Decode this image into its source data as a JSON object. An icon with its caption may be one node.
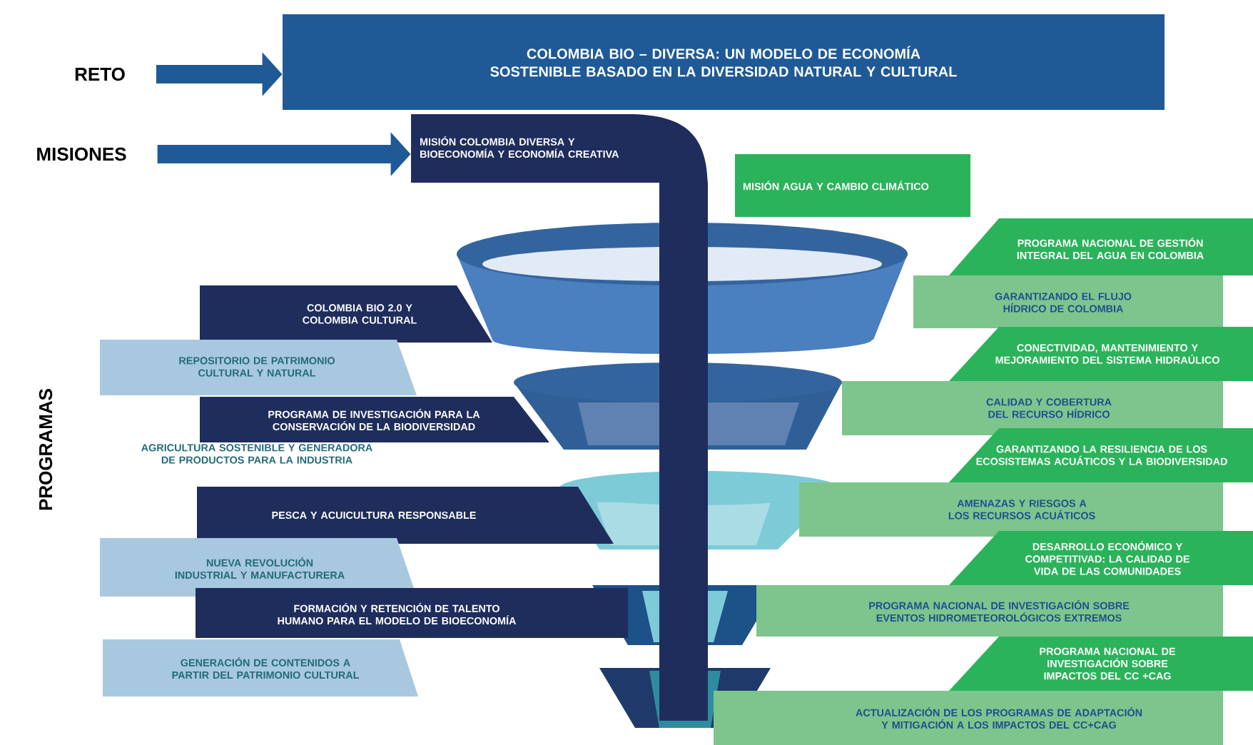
{
  "diagram": {
    "nodes": [
      {
        "text": [
          "RETO"
        ]
      },
      {
        "text": [
          "COLOMBIA BIO – DIVERSA: UN MODELO DE ECONOMÍA SOSTENIBLE BASADO EN LA DIVERSIDAD NATURAL Y CULTURAL"
        ]
      },
      {
        "text": [
          "MISIONES"
        ]
      },
      {
        "text": [
          "MISIÓN COLOMBIA DIVERSA Y BIOECONOMÍA Y ECONOMÍA CREATIVA"
        ]
      },
      {
        "text": [
          "MISIÓN AGUA Y CAMBIO CLIMÁTICO"
        ]
      },
      {
        "text": [
          "COLOMBIA BIO 2.0 Y COLOMBIA CULTURAL"
        ]
      },
      {
        "text": [
          "REPOSITORIO DE PATRIMONIO CULTURAL Y NATURAL"
        ]
      },
      {
        "text": [
          "PROGRAMA DE INVESTIGACIÓN PARA LA CONSERVACIÓN DE LA BIODIVERSIDAD"
        ]
      },
      {
        "text": [
          "PESCA Y ACUICULTURA RESPONSABLE"
        ]
      },
      {
        "text": [
          "NUEVA REVOLUCIÓN INDUSTRIAL Y MANUFACTURERA"
        ]
      },
      {
        "text": [
          "FORMACIÓN Y RETENCIÓN DE TALENTO HUMANO PARA EL MODELO DE BIOECONOMÍA"
        ]
      },
      {
        "text": [
          "GENERACIÓN DE CONTENIDOS A PARTIR DEL PATRIMONIO CULTURAL"
        ]
      },
      {
        "text": [
          "PROGRAMA NACIONAL DE GESTIÓN INTEGRAL DEL AGUA EN COLOMBIA"
        ]
      },
      {
        "text": [
          "GARANTIZANDO EL FLUJO HÍDRICO DE COLOMBIA"
        ]
      },
      {
        "text": [
          "CONECTIVIDAD, MANTENIMIENTO Y MEJORAMIENTO DEL SISTEMA HIDRAÚLICO"
        ]
      },
      {
        "text": [
          "CALIDAD Y COBERTURA DEL RECURSO HÍDRICO"
        ]
      },
      {
        "text": [
          "GARANTIZANDO LA RESILIENCIA DE LOS ECOSISTEMAS ACUÁTICOS Y LA BIODIVERSIDAD"
        ]
      },
      {
        "text": [
          "AMENAZAS Y RIESGOS A LOS RECURSOS ACUÁTICOS"
        ]
      },
      {
        "text": [
          "DESARROLLO ECONÓMICO Y COMPETITIVAD: LA CALIDAD DE VIDA DE LAS COMUNIDADES"
        ]
      },
      {
        "text": [
          "PROGRAMA NACIONAL DE INVESTIGACIÓN SOBRE EVENTOS HIDROMETEOROLÓGICOS EXTREMOS"
        ]
      },
      {
        "text": [
          "PROGRAMA NACIONAL DE INVESTIGACIÓN SOBRE IMPACTOS DEL CC +CAG"
        ]
      },
      {
        "text": [
          "ACTUALIZACIÓN DE LOS PROGRAMAS DE ADAPTACIÓN Y MITIGACIÓN A LOS IMPACTOS DEL CC+CAG"
        ]
      }
    ],
    "edges": [
      {
        "from": 0,
        "to": 1,
        "arrow": "to"
      },
      {
        "from": 2,
        "to": 3,
        "arrow": "to"
      }
    ],
    "labels": [
      "PROGRAMAS",
      "AGRICULTURA SOSTENIBLE Y GENERADORA DE PRODUCTOS PARA LA INDUSTRIA"
    ]
  }
}
